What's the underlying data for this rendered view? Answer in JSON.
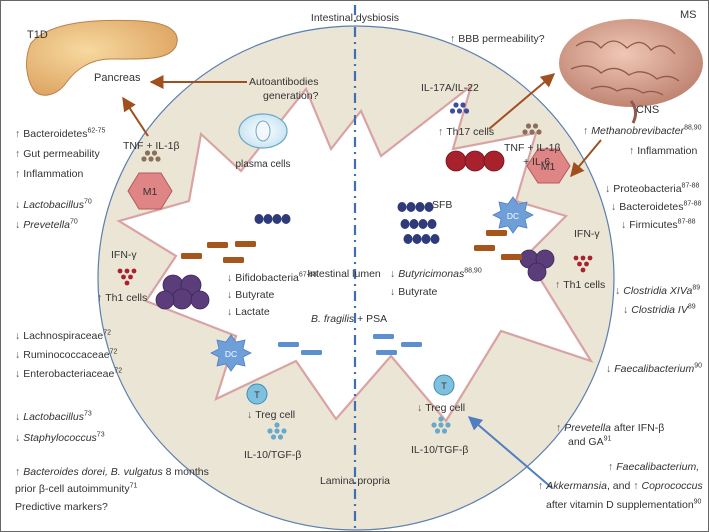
{
  "header": {
    "center": "Intestinal dysbiosis",
    "t1d": "T1D",
    "ms": "MS"
  },
  "organs": {
    "pancreas": "Pancreas",
    "cns": "CNS"
  },
  "regions": {
    "lumen": "Intestinal lumen",
    "lamina": "Lamina propria"
  },
  "center_text": {
    "autoantibodies_1": "Autoantibodies",
    "autoantibodies_2": "generation?",
    "plasma": "plasma cells",
    "bbb": "BBB permeability?",
    "il17": "IL-17A/IL-22",
    "th17": "Th17 cells",
    "tnf_left": "TNF + IL-1β",
    "tnf_right_1": "TNF + IL-1β",
    "tnf_right_2": "+ IL-6",
    "m1": "M1",
    "dc": "DC",
    "t": "T",
    "sfb": "SFB",
    "ifn": "IFN-γ",
    "th1": "Th1 cells",
    "bifido": "Bifidobacteria",
    "bifido_ref": "67-68",
    "butyrate": "Butyrate",
    "lactate": "Lactate",
    "butyricimonas": "Butyricimonas",
    "butyricimonas_ref": "88,90",
    "bfragilis": "B. fragilis",
    "psa": " + PSA",
    "treg": "Treg cell",
    "il10": "IL-10/TGF-β"
  },
  "left_panel": {
    "bacteroidetes": "Bacteroidetes",
    "bacteroidetes_ref": "62-75",
    "gut_perm": "Gut permeability",
    "inflammation": "Inflammation",
    "lactobacillus": "Lactobacillus",
    "lactobacillus_ref": "70",
    "prevetella": "Prevetella",
    "prevetella_ref": "70",
    "lachno": "Lachnospiraceae",
    "lachno_ref": "72",
    "rumino": "Ruminococcaceae",
    "rumino_ref": "72",
    "entero": "Enterobacteriaceae",
    "entero_ref": "72",
    "lacto2": "Lactobacillus",
    "lacto2_ref": "73",
    "staph": "Staphylococcus",
    "staph_ref": "73",
    "bdorei": "Bacteroides dorei, B. vulgatus",
    "bdorei_tail": " 8 months",
    "prior": "prior β-cell autoimmunity",
    "prior_ref": "71",
    "predictive": "Predictive markers?"
  },
  "right_panel": {
    "methano": "Methanobrevibacter",
    "methano_ref": "88,90",
    "inflammation": "Inflammation",
    "proteo": "Proteobacteria",
    "proteo_ref": "87-88",
    "bacteroidetes": "Bacteroidetes",
    "bacteroidetes_ref": "87-88",
    "firmicutes": "Firmicutes",
    "firmicutes_ref": "87-88",
    "clos14": "Clostridia XIVa",
    "clos14_ref": "89",
    "clos4": "Clostridia IV",
    "clos4_ref": "89",
    "faecali": "Faecalibacterium",
    "faecali_ref": "90",
    "prev_ifn": "Prevetella",
    "prev_ifn_tail": " after IFN-β",
    "ga": "and GA",
    "ga_ref": "91",
    "faecali2": "Faecalibacterium,",
    "akk": "Akkermansia",
    "akk_mid": ", and ",
    "copro": "Coprococcus",
    "vitd": "after vitamin D supplementation",
    "vitd_ref": "90"
  },
  "colors": {
    "ellipse_fill": "#ebe5d6",
    "ellipse_stroke": "#5b7fb0",
    "lumen_stroke": "#d9a3a3",
    "arrow_brown": "#a0501f",
    "arrow_blue": "#4f7fc0",
    "m1_fill": "#e08585",
    "dc_fill": "#6f9fd8",
    "purple_cell": "#5a3d7a",
    "red_cell": "#a8222e",
    "bacteria_navy": "#2f3a7a",
    "rod_brown": "#a5561c",
    "rod_blue": "#5b8fd0"
  }
}
